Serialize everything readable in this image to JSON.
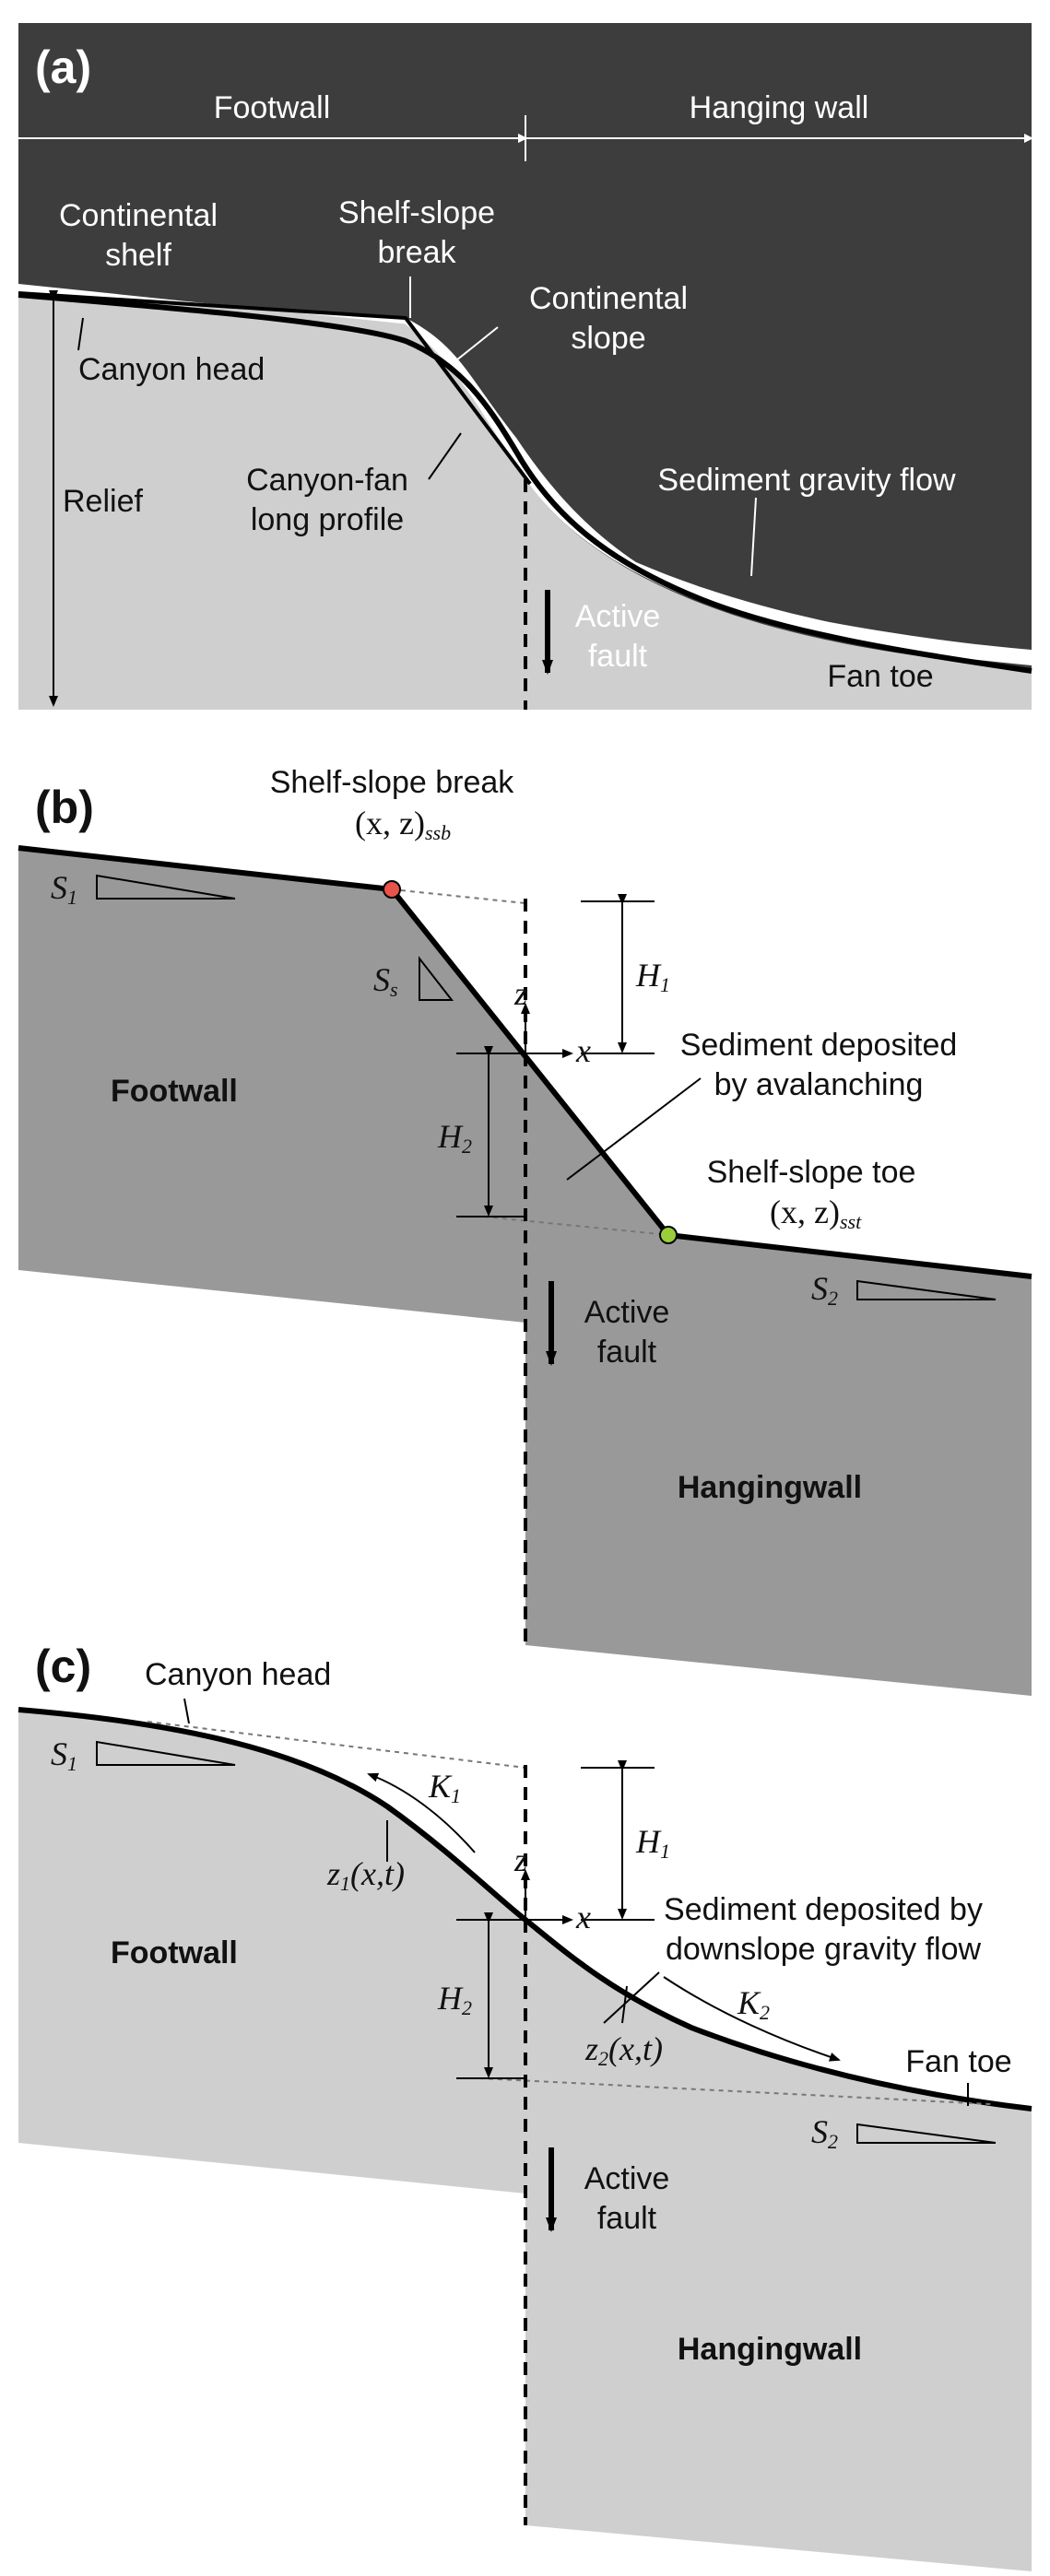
{
  "colors": {
    "sea": "#3d3d3d",
    "sediment_light": "#cfcfcf",
    "sediment_mid": "#999999",
    "line": "#000000",
    "break_point": "#e8534a",
    "toe_point": "#9acd3c",
    "white": "#ffffff"
  },
  "panel_a": {
    "label": "(a)",
    "footwall": "Footwall",
    "hanging_wall": "Hanging wall",
    "continental_shelf": [
      "Continental",
      "shelf"
    ],
    "shelf_slope_break": [
      "Shelf-slope",
      "break"
    ],
    "continental_slope": [
      "Continental",
      "slope"
    ],
    "canyon_head": "Canyon head",
    "relief": "Relief",
    "canyon_fan_profile": [
      "Canyon-fan",
      "long profile"
    ],
    "sediment_gravity_flow": "Sediment gravity flow",
    "active_fault": [
      "Active",
      "fault"
    ],
    "fan_toe": "Fan toe"
  },
  "panel_b": {
    "label": "(b)",
    "shelf_slope_break": "Shelf-slope break",
    "ssb_coord": "(x, z)",
    "ssb_sub": "ssb",
    "s1": "S",
    "s1_sub": "1",
    "ss": "S",
    "ss_sub": "s",
    "h1": "H",
    "h1_sub": "1",
    "h2": "H",
    "h2_sub": "2",
    "z_axis": "z",
    "x_axis": "x",
    "footwall": "Footwall",
    "sediment_deposited": [
      "Sediment deposited",
      "by avalanching"
    ],
    "shelf_slope_toe": "Shelf-slope toe",
    "sst_coord": "(x, z)",
    "sst_sub": "sst",
    "s2": "S",
    "s2_sub": "2",
    "active_fault": [
      "Active",
      "fault"
    ],
    "hangingwall": "Hangingwall"
  },
  "panel_c": {
    "label": "(c)",
    "canyon_head": "Canyon head",
    "s1": "S",
    "s1_sub": "1",
    "k1": "K",
    "k1_sub": "1",
    "z1": "z",
    "z1_sub": "1",
    "z1_args": "(x,t)",
    "h1": "H",
    "h1_sub": "1",
    "h2": "H",
    "h2_sub": "2",
    "z_axis": "z",
    "x_axis": "x",
    "footwall": "Footwall",
    "sediment_deposited": [
      "Sediment deposited by",
      "downslope gravity flow"
    ],
    "z2": "z",
    "z2_sub": "2",
    "z2_args": "(x,t)",
    "k2": "K",
    "k2_sub": "2",
    "fan_toe": "Fan toe",
    "s2": "S",
    "s2_sub": "2",
    "active_fault": [
      "Active",
      "fault"
    ],
    "hangingwall": "Hangingwall"
  }
}
